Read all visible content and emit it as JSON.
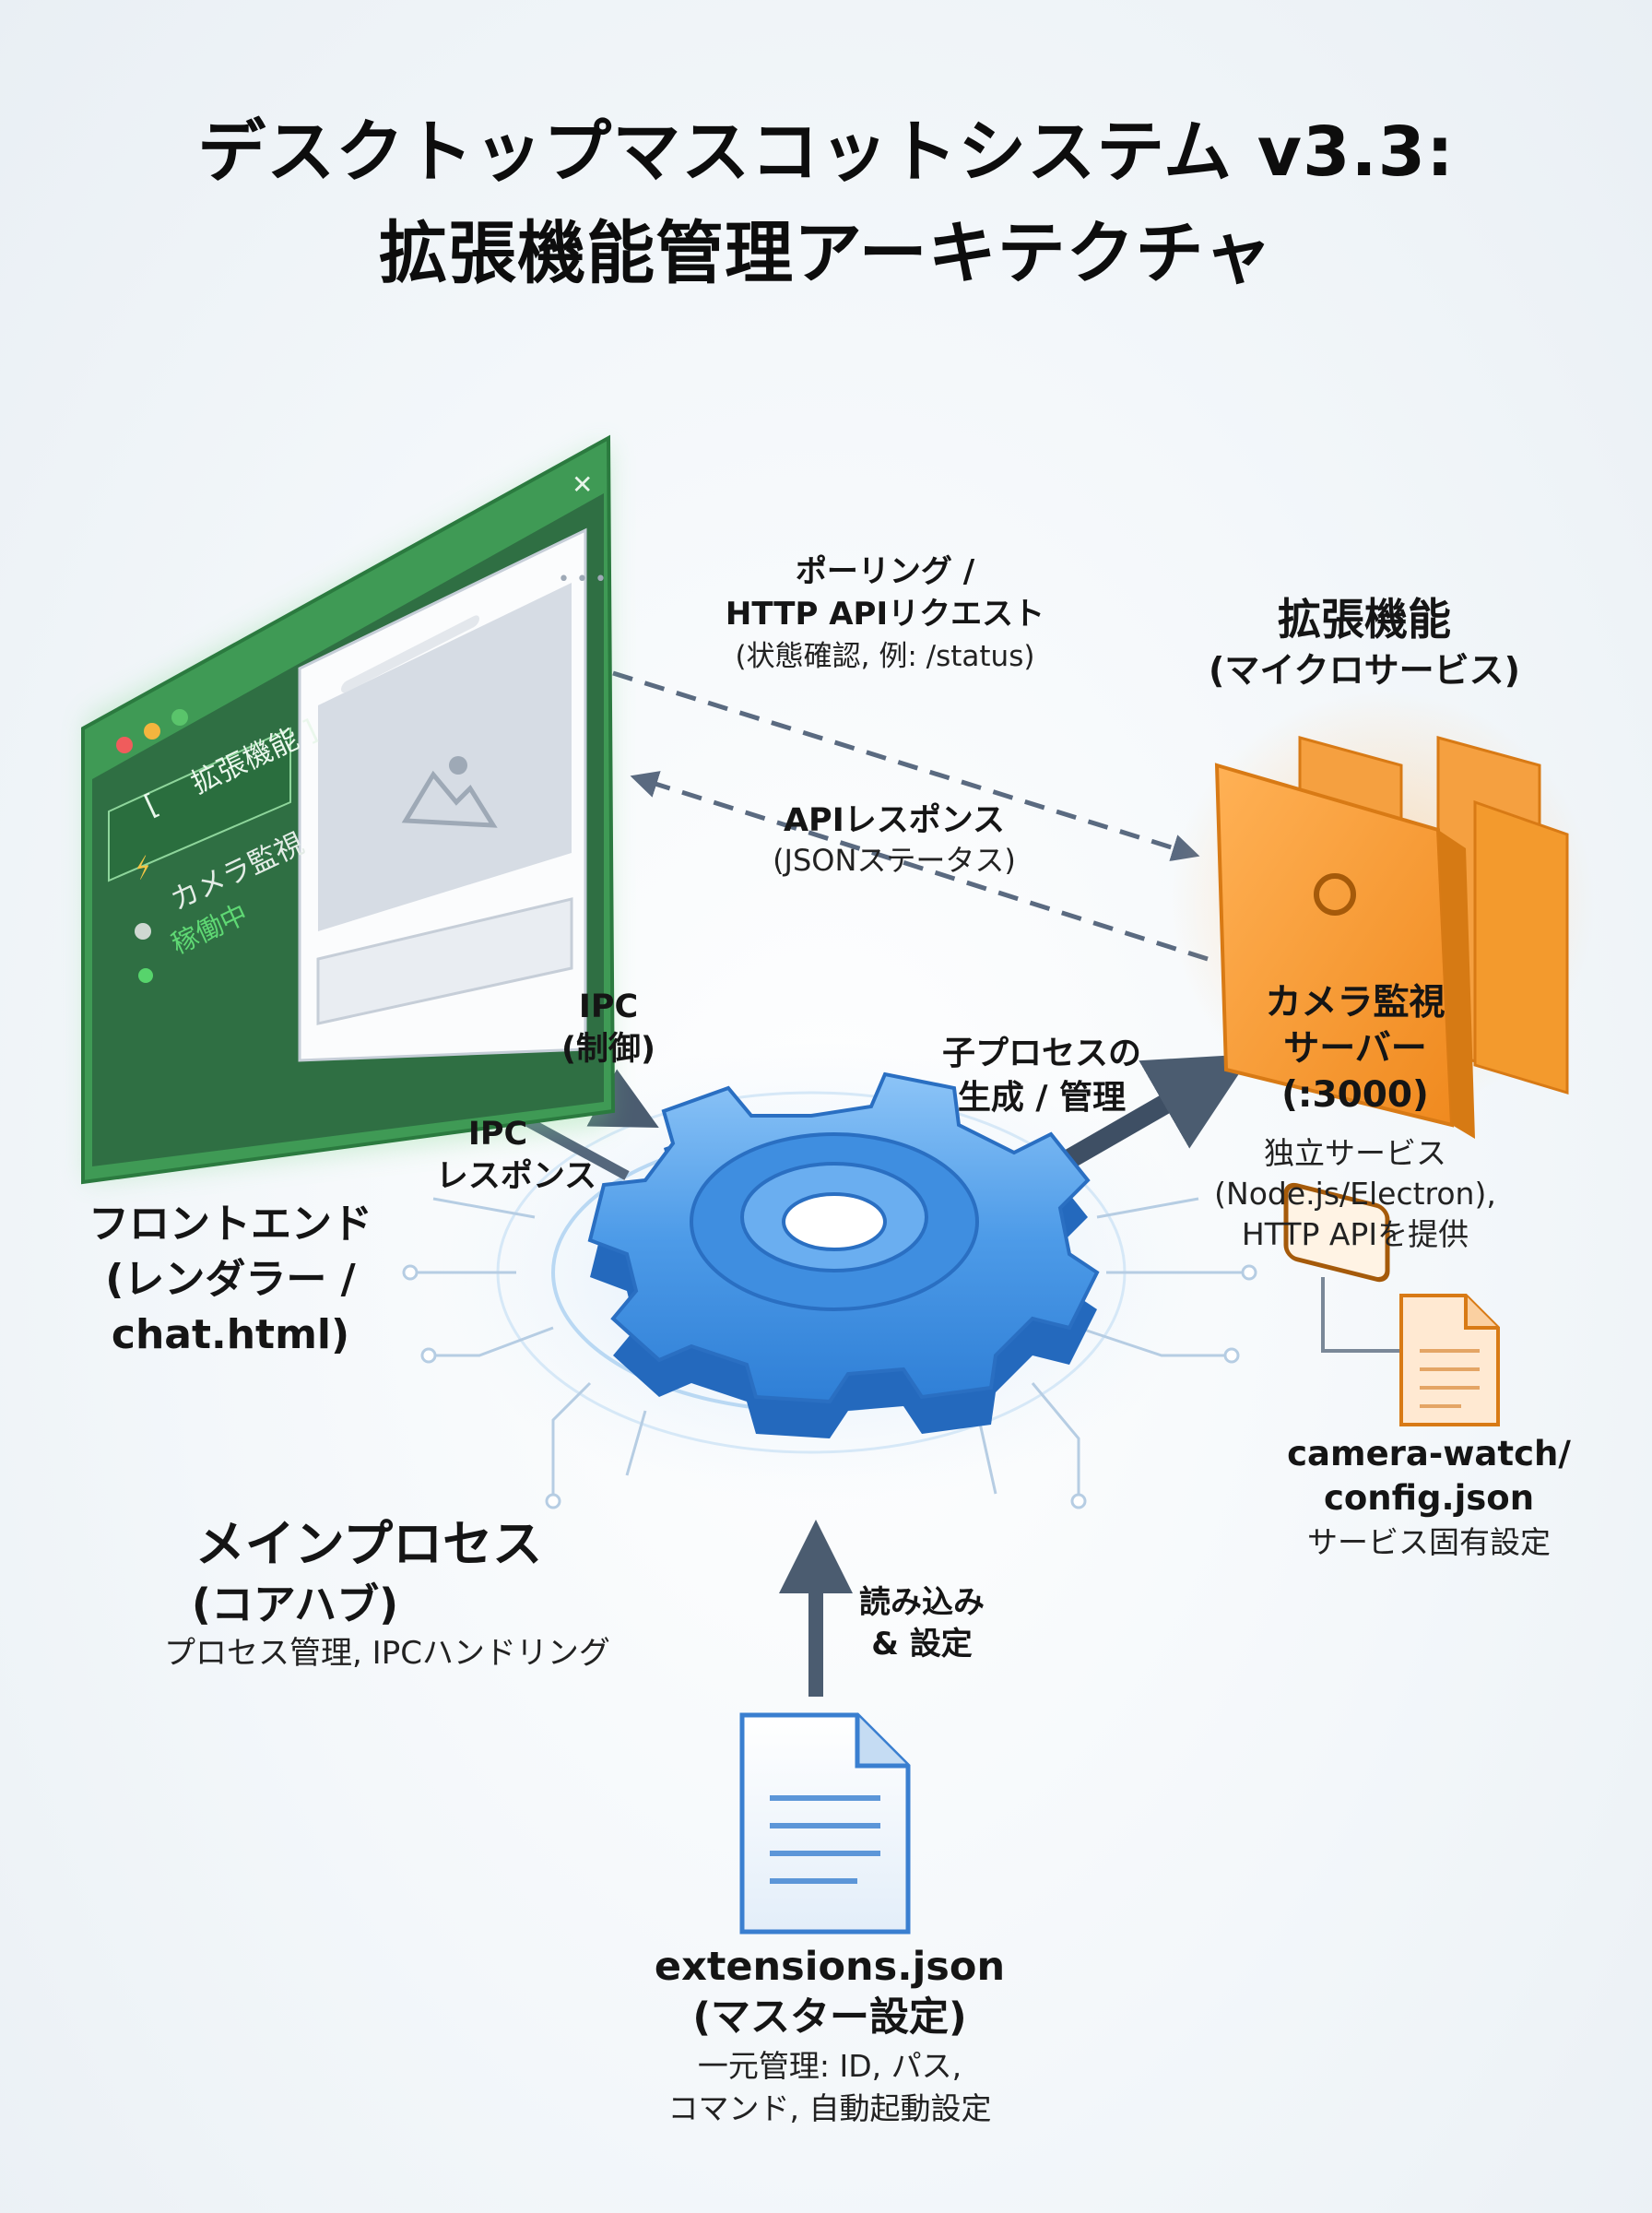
{
  "title": {
    "line1": "デスクトップマスコットシステム v3.3:",
    "line2": "拡張機能管理アーキテクチャ"
  },
  "frontend_window": {
    "sidebar_heading": "拡張機能",
    "item_name": "カメラ監視",
    "item_status": "稼働中",
    "icons": [
      "close-icon",
      "lightning-icon",
      "camera-icon",
      "status-dot-icon",
      "image-placeholder-icon"
    ],
    "accent_color": "#3aa04f"
  },
  "frontend_label": {
    "line1": "フロントエンド",
    "line2": "(レンダラー /",
    "line3": "chat.html)"
  },
  "polling_label": {
    "line1": "ポーリング /",
    "line2": "HTTP APIリクエスト",
    "line3": "(状態確認, 例: /status)"
  },
  "api_response_label": {
    "line1": "APIレスポンス",
    "line2": "(JSONステータス)"
  },
  "extensions_label": {
    "line1": "拡張機能",
    "line2": "(マイクロサービス)"
  },
  "camera_server": {
    "line1": "カメラ監視",
    "line2": "サーバー",
    "line3": "(:3000)",
    "desc1": "独立サービス",
    "desc2": "(Node.js/Electron),",
    "desc3": "HTTP APIを提供",
    "accent_color": "#f39a2d"
  },
  "ipc_control_label": {
    "line1": "IPC",
    "line2": "(制御)"
  },
  "ipc_response_label": {
    "line1": "IPC",
    "line2": "レスポンス"
  },
  "spawn_label": {
    "line1": "子プロセスの",
    "line2": "生成 / 管理"
  },
  "main_process": {
    "line1": "メインプロセス",
    "line2": "(コアハブ)",
    "desc": "プロセス管理, IPCハンドリング",
    "accent_color": "#2f80d8"
  },
  "load_label": {
    "line1": "読み込み",
    "line2": "& 設定"
  },
  "camera_config": {
    "line1": "camera-watch/",
    "line2": "config.json",
    "desc": "サービス固有設定"
  },
  "extensions_json": {
    "line1": "extensions.json",
    "line2": "(マスター設定)",
    "desc1": "一元管理: ID, パス,",
    "desc2": "コマンド, 自動起動設定"
  }
}
